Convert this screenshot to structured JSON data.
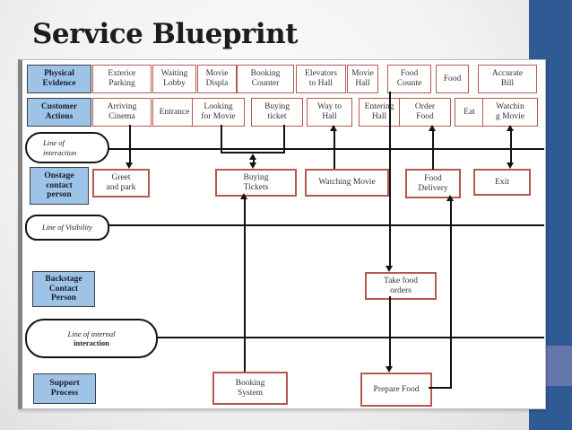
{
  "slide": {
    "title": "Service Blueprint"
  },
  "rows": {
    "physical_evidence": {
      "label": "Physical\nEvidence",
      "items": [
        "Exterior\nParking",
        "Waiting\nLobby",
        "Movie\nDispla",
        "Booking\nCounter",
        "Elevators\nto Hall",
        "Movie\nHall",
        "Food\nCounte",
        "Food",
        "Accurate\nBill"
      ]
    },
    "customer_actions": {
      "label": "Customer\nActions",
      "items": [
        "Arriving\nCinema",
        "Entrance",
        "Looking\nfor Movie",
        "Buying\nticket",
        "Way to\nHall",
        "Entering\nHall",
        "Order\nFood",
        "Eat",
        "Watchin\ng Movie"
      ]
    },
    "onstage": {
      "label": "Onstage\ncontact\nperson",
      "items": [
        "Greet\nand park",
        "Buying\nTickets",
        "Watching Movie",
        "Food\nDelivery",
        "Exit"
      ]
    },
    "backstage": {
      "label": "Backstage\nContact\nPerson",
      "items": [
        "Take food\norders"
      ]
    },
    "support": {
      "label": "Support\nProcess",
      "items": [
        "Booking\nSystem",
        "Prepare Food"
      ]
    }
  },
  "lines": {
    "interaction": {
      "l1": "Line of",
      "l2": "interaction"
    },
    "visibility": {
      "text": "Line of Visibility"
    },
    "internal": {
      "l1": "Line of internal",
      "l2": "interaction"
    }
  },
  "colors": {
    "accent_dark_blue": "#305a94",
    "accent_light_blue": "#6576ab",
    "label_box_blue": "#9dc3e6",
    "process_box_border_red": "#b5594f"
  }
}
